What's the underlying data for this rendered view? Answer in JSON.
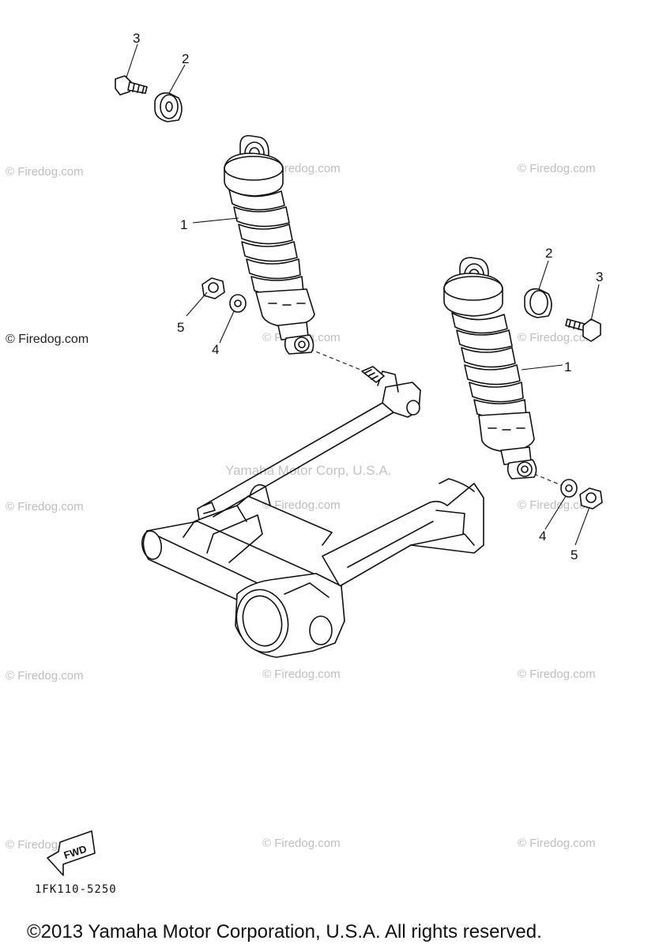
{
  "watermarks": {
    "firedog": "© Firedog.com",
    "center": "Yamaha Motor Corp, U.S.A."
  },
  "callouts": {
    "shock_absorber": "1",
    "bushing": "2",
    "bolt": "3",
    "washer": "4",
    "nut": "5"
  },
  "fwd_label": "FWD",
  "diagram_code": "1FK110-5250",
  "copyright": "©2013 Yamaha Motor Corporation, U.S.A. All rights reserved."
}
